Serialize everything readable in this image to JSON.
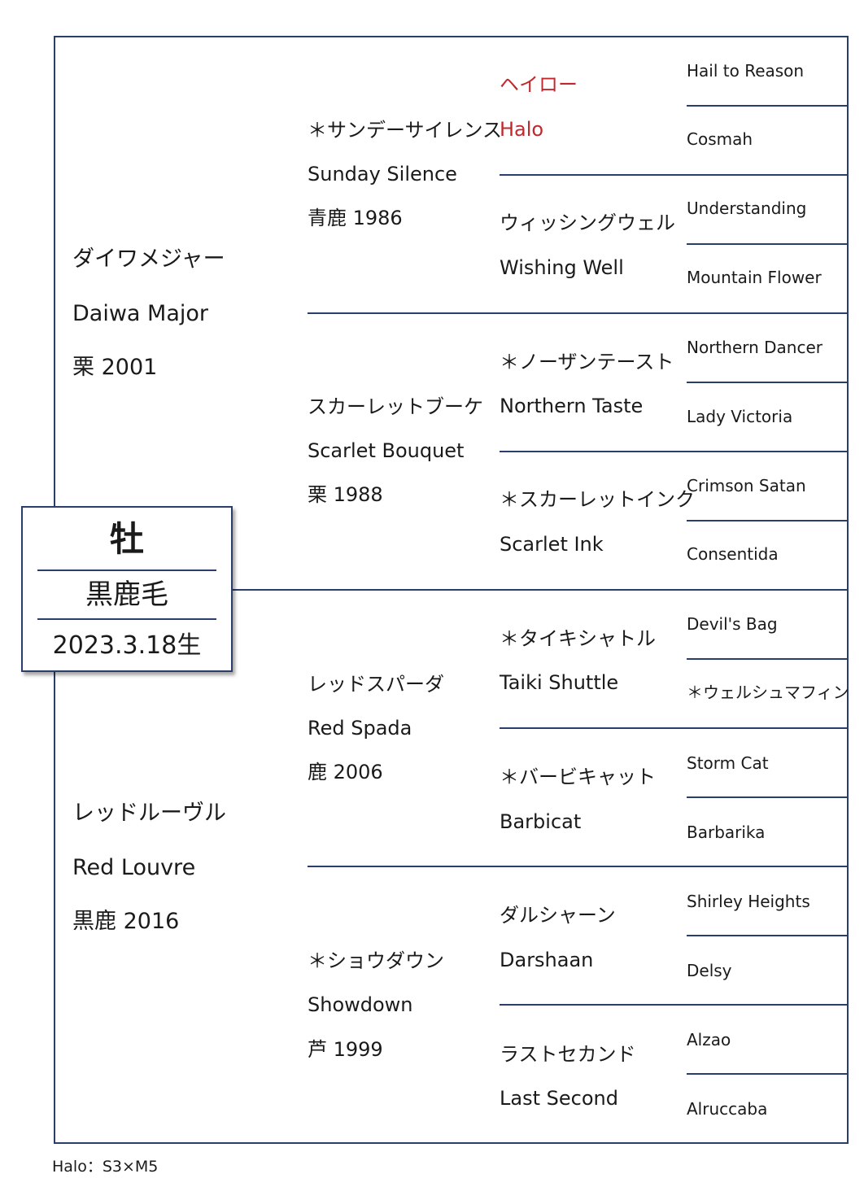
{
  "subject": {
    "sex": "牡",
    "color": "黒鹿毛",
    "birth": "2023.3.18生"
  },
  "gen1": {
    "sire": {
      "jp": "ダイワメジャー",
      "en": "Daiwa Major",
      "info": "栗 2001"
    },
    "dam": {
      "jp": "レッドルーヴル",
      "en": "Red Louvre",
      "info": "黒鹿 2016"
    }
  },
  "gen2": [
    {
      "jp": "＊サンデーサイレンス",
      "en": "Sunday Silence",
      "info": "青鹿 1986"
    },
    {
      "jp": "スカーレットブーケ",
      "en": "Scarlet Bouquet",
      "info": "栗 1988"
    },
    {
      "jp": "レッドスパーダ",
      "en": "Red Spada",
      "info": "鹿 2006"
    },
    {
      "jp": "＊ショウダウン",
      "en": "Showdown",
      "info": "芦 1999"
    }
  ],
  "gen3": [
    {
      "jp": "ヘイロー",
      "en": "Halo",
      "highlight": true
    },
    {
      "jp": "ウィッシングウェル",
      "en": "Wishing Well"
    },
    {
      "jp": "＊ノーザンテースト",
      "en": "Northern Taste"
    },
    {
      "jp": "＊スカーレットインク",
      "en": "Scarlet Ink"
    },
    {
      "jp": "＊タイキシャトル",
      "en": "Taiki Shuttle"
    },
    {
      "jp": "＊バービキャット",
      "en": "Barbicat"
    },
    {
      "jp": "ダルシャーン",
      "en": "Darshaan"
    },
    {
      "jp": "ラストセカンド",
      "en": "Last Second"
    }
  ],
  "gen4": [
    "Hail to Reason",
    "Cosmah",
    "Understanding",
    "Mountain Flower",
    "Northern Dancer",
    "Lady Victoria",
    "Crimson Satan",
    "Consentida",
    "Devil's Bag",
    "＊ウェルシュマフィン",
    "Storm Cat",
    "Barbarika",
    "Shirley Heights",
    "Delsy",
    "Alzao",
    "Alruccaba"
  ],
  "inbreeding": "Halo：S3×M5",
  "colors": {
    "line": "#2b3d6b",
    "highlight": "#c0282d"
  }
}
